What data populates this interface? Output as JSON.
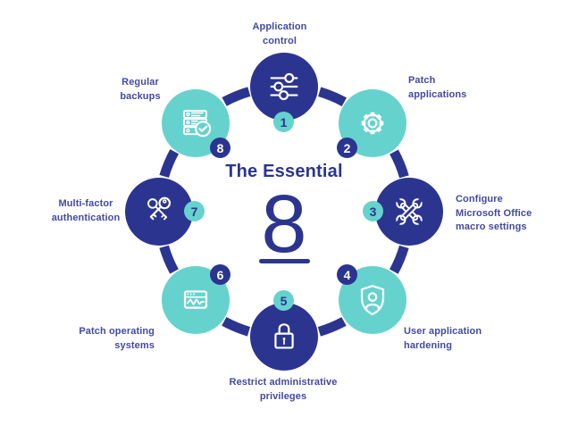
{
  "colors": {
    "navy": "#2B3590",
    "teal": "#66D2CE",
    "label": "#4349A2",
    "white": "#FFFFFF"
  },
  "center": {
    "title": "The Essential",
    "big_number": "8"
  },
  "items": [
    {
      "number": "1",
      "label": "Application control",
      "lines": [
        "Application",
        "control"
      ],
      "icon": "sliders-icon",
      "circle": "navy"
    },
    {
      "number": "2",
      "label": "Patch applications",
      "lines": [
        "Patch",
        "applications"
      ],
      "icon": "gear-icon",
      "circle": "teal"
    },
    {
      "number": "3",
      "label": "Configure Microsoft Office macro settings",
      "lines": [
        "Configure",
        "Microsoft Office",
        "macro settings"
      ],
      "icon": "crossed-wrenches-icon",
      "circle": "navy"
    },
    {
      "number": "4",
      "label": "User application hardening",
      "lines": [
        "User application",
        "hardening"
      ],
      "icon": "shield-user-icon",
      "circle": "teal"
    },
    {
      "number": "5",
      "label": "Restrict administrative privileges",
      "lines": [
        "Restrict administrative",
        "privileges"
      ],
      "icon": "padlock-icon",
      "circle": "navy"
    },
    {
      "number": "6",
      "label": "Patch operating systems",
      "lines": [
        "Patch operating",
        "systems"
      ],
      "icon": "window-pulse-icon",
      "circle": "teal"
    },
    {
      "number": "7",
      "label": "Multi-factor authentication",
      "lines": [
        "Multi-factor",
        "authentication"
      ],
      "icon": "keys-icon",
      "circle": "navy"
    },
    {
      "number": "8",
      "label": "Regular backups",
      "lines": [
        "Regular",
        "backups"
      ],
      "icon": "backup-check-icon",
      "circle": "teal"
    }
  ]
}
